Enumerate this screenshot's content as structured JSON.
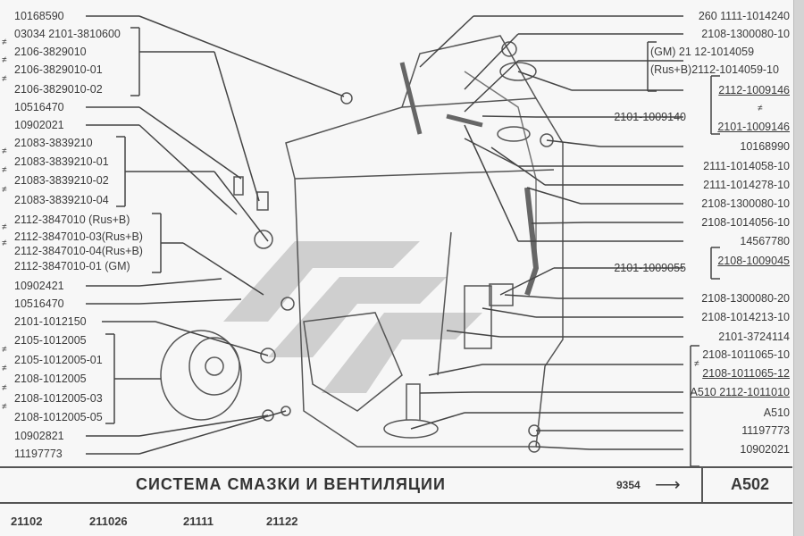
{
  "left_labels": [
    {
      "text": "10168590"
    },
    {
      "text": "03034  2101-3810600"
    },
    {
      "text": "2106-3829010"
    },
    {
      "text": "2106-3829010-01"
    },
    {
      "text": "2106-3829010-02"
    },
    {
      "text": "10516470"
    },
    {
      "text": "10902021"
    },
    {
      "text": "21083-3839210"
    },
    {
      "text": "21083-3839210-01"
    },
    {
      "text": "21083-3839210-02"
    },
    {
      "text": "21083-3839210-04"
    },
    {
      "text": "2112-3847010      (Rus+B)"
    },
    {
      "text": "2112-3847010-03(Rus+B)"
    },
    {
      "text": "2112-3847010-04(Rus+B)"
    },
    {
      "text": "2112-3847010-01    (GM)"
    },
    {
      "text": "10902421"
    },
    {
      "text": "10516470"
    },
    {
      "text": "2101-1012150"
    },
    {
      "text": "2105-1012005"
    },
    {
      "text": "2105-1012005-01"
    },
    {
      "text": "2108-1012005"
    },
    {
      "text": "2108-1012005-03"
    },
    {
      "text": "2108-1012005-05"
    },
    {
      "text": "10902821"
    },
    {
      "text": "11197773"
    }
  ],
  "right_labels": [
    {
      "text": "260  1111-1014240"
    },
    {
      "text": "2108-1300080-10"
    },
    {
      "text": "(GM)        21 12-1014059"
    },
    {
      "text": "(Rus+B)2112-1014059-10"
    },
    {
      "text": "2112-1009146"
    },
    {
      "text": "2101-1009146"
    },
    {
      "text": "2101-1009140"
    },
    {
      "text": "10168990"
    },
    {
      "text": "2111-1014058-10"
    },
    {
      "text": "2111-1014278-10"
    },
    {
      "text": "2108-1300080-10"
    },
    {
      "text": "2108-1014056-10"
    },
    {
      "text": "14567780"
    },
    {
      "text": "2108-1009045"
    },
    {
      "text": "2101-1009055"
    },
    {
      "text": "2108-1300080-20"
    },
    {
      "text": "2108-1014213-10"
    },
    {
      "text": "2101-3724114"
    },
    {
      "text": "2108-1011065-10"
    },
    {
      "text": "2108-1011065-12"
    },
    {
      "text": "A510  2112-1011010"
    },
    {
      "text": "A510"
    },
    {
      "text": "11197773"
    },
    {
      "text": "10902021"
    }
  ],
  "not_equal_symbol": "≠",
  "footer": {
    "title": "СИСТЕМА  СМАЗКИ  И  ВЕНТИЛЯЦИИ",
    "ref": "9354",
    "arrow": "⟶",
    "sheet": "A502"
  },
  "models": [
    "21102",
    "211026",
    "21111",
    "21122"
  ]
}
